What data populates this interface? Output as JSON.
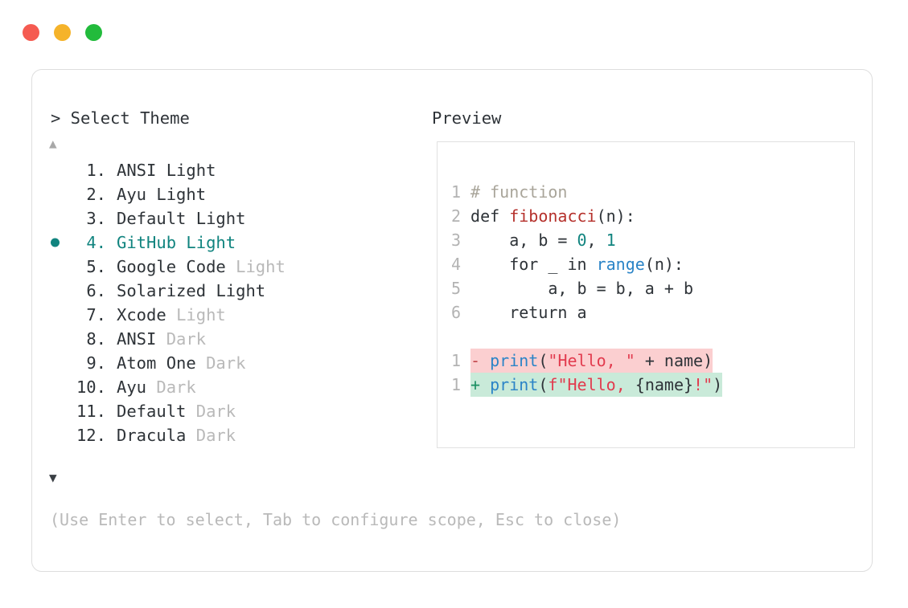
{
  "window": {
    "dots": [
      {
        "name": "close-dot",
        "color": "#f55b51"
      },
      {
        "name": "minimize-dot",
        "color": "#f5b32a"
      },
      {
        "name": "maximize-dot",
        "color": "#22bb3c"
      }
    ]
  },
  "panel": {
    "select_header": "> Select Theme",
    "preview_header": "Preview",
    "scroll_up_icon": "▲",
    "scroll_down_icon": "▼",
    "hint": "(Use Enter to select, Tab to configure scope, Esc to close)",
    "accent_color": "#11847f",
    "dim_color": "#b9b9b9"
  },
  "themes": [
    {
      "num": "1.",
      "name": "ANSI",
      "variant": "Light",
      "variant_dim": false,
      "selected": false
    },
    {
      "num": "2.",
      "name": "Ayu",
      "variant": "Light",
      "variant_dim": false,
      "selected": false
    },
    {
      "num": "3.",
      "name": "Default",
      "variant": "Light",
      "variant_dim": false,
      "selected": false
    },
    {
      "num": "4.",
      "name": "GitHub",
      "variant": "Light",
      "variant_dim": false,
      "selected": true
    },
    {
      "num": "5.",
      "name": "Google Code",
      "variant": "Light",
      "variant_dim": true,
      "selected": false
    },
    {
      "num": "6.",
      "name": "Solarized",
      "variant": "Light",
      "variant_dim": false,
      "selected": false
    },
    {
      "num": "7.",
      "name": "Xcode",
      "variant": "Light",
      "variant_dim": true,
      "selected": false
    },
    {
      "num": "8.",
      "name": "ANSI",
      "variant": "Dark",
      "variant_dim": true,
      "selected": false
    },
    {
      "num": "9.",
      "name": "Atom One",
      "variant": "Dark",
      "variant_dim": true,
      "selected": false
    },
    {
      "num": "10.",
      "name": "Ayu",
      "variant": "Dark",
      "variant_dim": true,
      "selected": false
    },
    {
      "num": "11.",
      "name": "Default",
      "variant": "Dark",
      "variant_dim": true,
      "selected": false
    },
    {
      "num": "12.",
      "name": "Dracula",
      "variant": "Dark",
      "variant_dim": true,
      "selected": false
    }
  ],
  "preview_code": {
    "language": "python",
    "lines": [
      {
        "n": "1",
        "tokens": [
          {
            "t": "# function",
            "c": "com"
          }
        ]
      },
      {
        "n": "2",
        "tokens": [
          {
            "t": "def ",
            "c": "kw"
          },
          {
            "t": "fibonacci",
            "c": "fn"
          },
          {
            "t": "(n):",
            "c": "plain"
          }
        ]
      },
      {
        "n": "3",
        "tokens": [
          {
            "t": "    a, b = ",
            "c": "plain"
          },
          {
            "t": "0",
            "c": "num"
          },
          {
            "t": ", ",
            "c": "plain"
          },
          {
            "t": "1",
            "c": "num"
          }
        ]
      },
      {
        "n": "4",
        "tokens": [
          {
            "t": "    for _ in ",
            "c": "plain"
          },
          {
            "t": "range",
            "c": "blue"
          },
          {
            "t": "(n):",
            "c": "plain"
          }
        ]
      },
      {
        "n": "5",
        "tokens": [
          {
            "t": "        a, b = b, a + b",
            "c": "plain"
          }
        ]
      },
      {
        "n": "6",
        "tokens": [
          {
            "t": "    return a",
            "c": "plain"
          }
        ]
      }
    ],
    "diff": [
      {
        "n": "1",
        "kind": "del",
        "sign": "-",
        "bg": "#fbcfd0",
        "tokens": [
          {
            "t": "print",
            "c": "blue"
          },
          {
            "t": "(",
            "c": "plain"
          },
          {
            "t": "\"Hello, \"",
            "c": "str"
          },
          {
            "t": " + name)",
            "c": "plain"
          }
        ]
      },
      {
        "n": "1",
        "kind": "add",
        "sign": "+",
        "bg": "#c9ead9",
        "tokens": [
          {
            "t": "print",
            "c": "blue"
          },
          {
            "t": "(",
            "c": "plain"
          },
          {
            "t": "f\"Hello, ",
            "c": "str"
          },
          {
            "t": "{name}",
            "c": "plain"
          },
          {
            "t": "!\"",
            "c": "str"
          },
          {
            "t": ")",
            "c": "plain"
          }
        ]
      }
    ]
  }
}
